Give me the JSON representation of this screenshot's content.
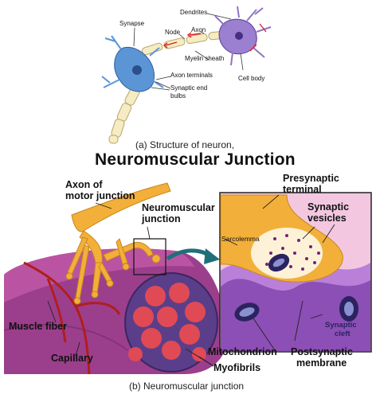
{
  "top": {
    "caption": "(a) Structure of neuron,",
    "labels": {
      "synapse": "Synapse",
      "dendrites": "Dendrites",
      "node": "Node",
      "axon": "Axon",
      "myelin": "Myelin sheath",
      "axon_terminals": "Axon terminals",
      "synaptic_end": "Synaptic end",
      "bulbs": "bulbs",
      "cell_body": "Cell body"
    }
  },
  "bottom": {
    "title": "Neuromuscular Junction",
    "caption": "(b) Neuromuscular junction",
    "labels": {
      "axon_line1": "Axon of",
      "axon_line2": "motor junction",
      "nmj_line1": "Neuromuscular",
      "nmj_line2": "junction",
      "presyn_line1": "Presynaptic",
      "presyn_line2": "terminal",
      "synaptic_line1": "Synaptic",
      "synaptic_line2": "vesicles",
      "sarcolemma": "Sarcolemma",
      "muscle_fiber": "Muscle fiber",
      "capillary": "Capillary",
      "cleft_line1": "Synaptic",
      "cleft_line2": "cleft",
      "mitochondrion": "Mitochondrion",
      "postsyn_line1": "Postsynaptic",
      "postsyn_line2": "membrane",
      "myofibrils": "Myofibrils"
    }
  },
  "colors": {
    "nerve": "#f2b03a",
    "muscle": "#9b3f8c",
    "myofibril": "#e04a55",
    "capillary": "#b01e1e",
    "neuron_body": "#5b95d6",
    "cell_body": "#9b7fd0",
    "arrow": "#1f6f7a"
  }
}
